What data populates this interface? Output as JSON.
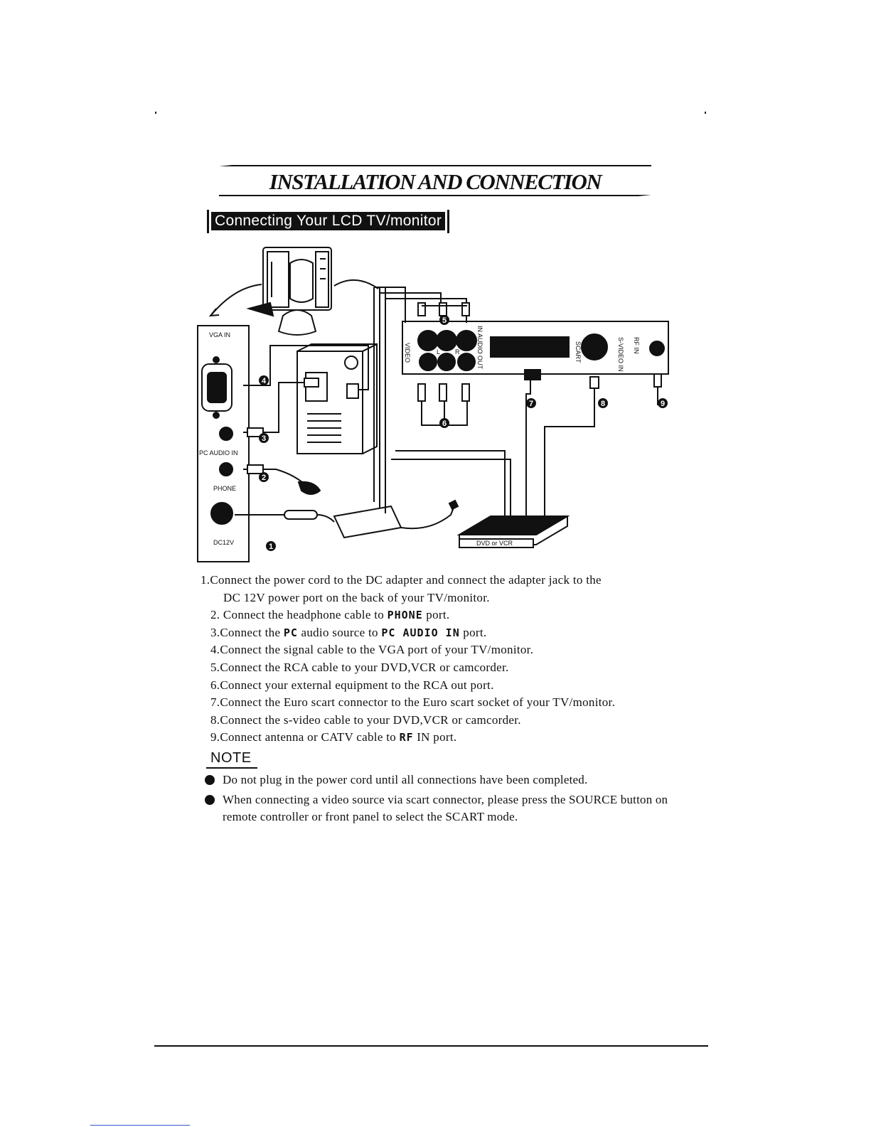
{
  "header": {
    "title": "INSTALLATION AND CONNECTION",
    "section": "Connecting Your LCD TV/monitor"
  },
  "diagram": {
    "labels": {
      "vga_in": "VGA IN",
      "pc_audio_in": "PC AUDIO IN",
      "phone": "PHONE",
      "dc12v": "DC12V",
      "video": "VIDEO",
      "audio_out": "IN AUDIO OUT",
      "r": "R",
      "l": "L",
      "scart": "SCART",
      "svideo_in": "S-VIDEO IN",
      "rf_in": "RF IN",
      "dvd_vcr": "DVD or VCR"
    },
    "markers": [
      "1",
      "2",
      "3",
      "4",
      "5",
      "6",
      "7",
      "8",
      "9"
    ]
  },
  "steps": [
    {
      "a": "1.Connect the power cord to the DC adapter and connect the adapter jack to the"
    },
    {
      "a": "DC 12V power port on the back of your TV/monitor."
    },
    {
      "a": "2. Connect the headphone cable to ",
      "code": "PHONE",
      "b": " port."
    },
    {
      "a": "3.Connect the ",
      "code": "PC",
      "b": " audio source to ",
      "code2": "PC AUDIO IN",
      "c": " port."
    },
    {
      "a": "4.Connect the signal cable to the VGA port of your TV/monitor."
    },
    {
      "a": "5.Connect the RCA cable to your DVD,VCR or camcorder."
    },
    {
      "a": "6.Connect your external equipment to the RCA out port."
    },
    {
      "a": "7.Connect the Euro scart connector to the Euro scart socket of your TV/monitor."
    },
    {
      "a": "8.Connect the s-video cable to your DVD,VCR or camcorder."
    },
    {
      "a": "9.Connect antenna or CATV cable to ",
      "code": "RF",
      "b": " IN port."
    }
  ],
  "note": {
    "heading": "NOTE",
    "items": [
      "Do not plug in the power cord until all connections have been completed.",
      "When connecting a video source via scart connector, please press the SOURCE button on remote controller or front panel to select the SCART mode."
    ]
  }
}
